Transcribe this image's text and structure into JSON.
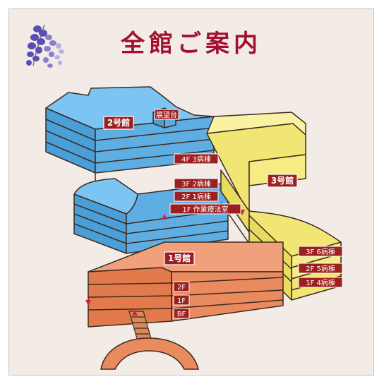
{
  "map": {
    "title": "全館ご案内",
    "buildings": {
      "b2": {
        "name": "2号館",
        "floors": [
          "4F 3病棟",
          "3F 2病棟",
          "2F 1病棟",
          "1F 作業療法室"
        ],
        "observatory": "展望台"
      },
      "b3": {
        "name": "3号館",
        "floors": [
          "3F 6病棟",
          "2F 5病棟",
          "1F 4病棟"
        ]
      },
      "b1": {
        "name": "1号館",
        "floors": [
          "2F",
          "1F",
          "BF"
        ]
      }
    },
    "colors": {
      "background": "#f2ebe6",
      "building2": "#6ab4e8",
      "building3": "#f6ef8c",
      "building1": "#e98a5f",
      "outline": "#3c2a1e",
      "title": "#a11030",
      "label_bg": "#9e1f1f",
      "entrance": "#d02040",
      "wisteria": "#6a5ab8"
    }
  }
}
